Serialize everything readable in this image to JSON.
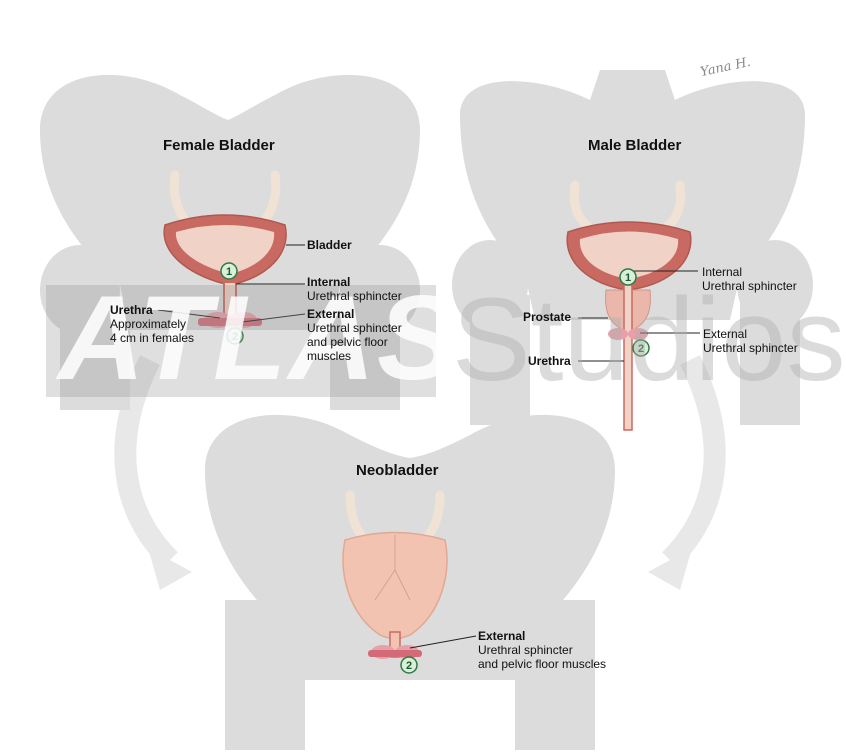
{
  "panels": {
    "female": {
      "title": "Female Bladder",
      "bladder_label": "Bladder",
      "internal_bold": "Internal",
      "internal_text": "Urethral sphincter",
      "external_bold": "External",
      "external_line1": "Urethral sphincter",
      "external_line2": "and pelvic floor",
      "external_line3": "muscles",
      "urethra_bold": "Urethra",
      "urethra_line1": "Approximately",
      "urethra_line2": "4 cm in females"
    },
    "male": {
      "title": "Male Bladder",
      "internal_line1": "Internal",
      "internal_line2": "Urethral sphincter",
      "prostate_label": "Prostate",
      "external_line1": "External",
      "external_line2": "Urethral sphincter",
      "urethra_label": "Urethra"
    },
    "neo": {
      "title": "Neobladder",
      "external_bold": "External",
      "external_line1": "Urethral sphincter",
      "external_line2": "and pelvic floor muscles"
    }
  },
  "markers": {
    "one": "1",
    "two": "2"
  },
  "watermark": {
    "left": "ATLAS",
    "right": "Studios"
  },
  "signature": "Yana H.",
  "colors": {
    "pelvis": "#dcdcdc",
    "bladder_outer": "#c96a62",
    "bladder_inner": "#f0d2c6",
    "neobladder": "#f2c3b0",
    "marker_fill": "#d9efd8",
    "marker_stroke": "#2e7a45",
    "ureter": "#f1e2d6"
  }
}
